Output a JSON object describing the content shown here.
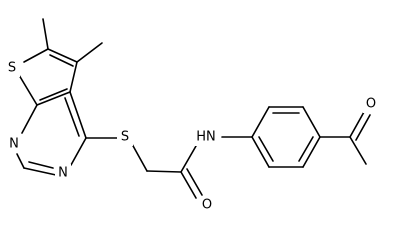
{
  "molecule": {
    "atoms": {
      "thiophene_sulfur": "S",
      "pyrimidine_n_upper": "N",
      "pyrimidine_n_lower": "N",
      "thioether_sulfur": "S",
      "amide_nh": "HN",
      "amide_oxygen": "O",
      "acetyl_oxygen": "O"
    }
  }
}
